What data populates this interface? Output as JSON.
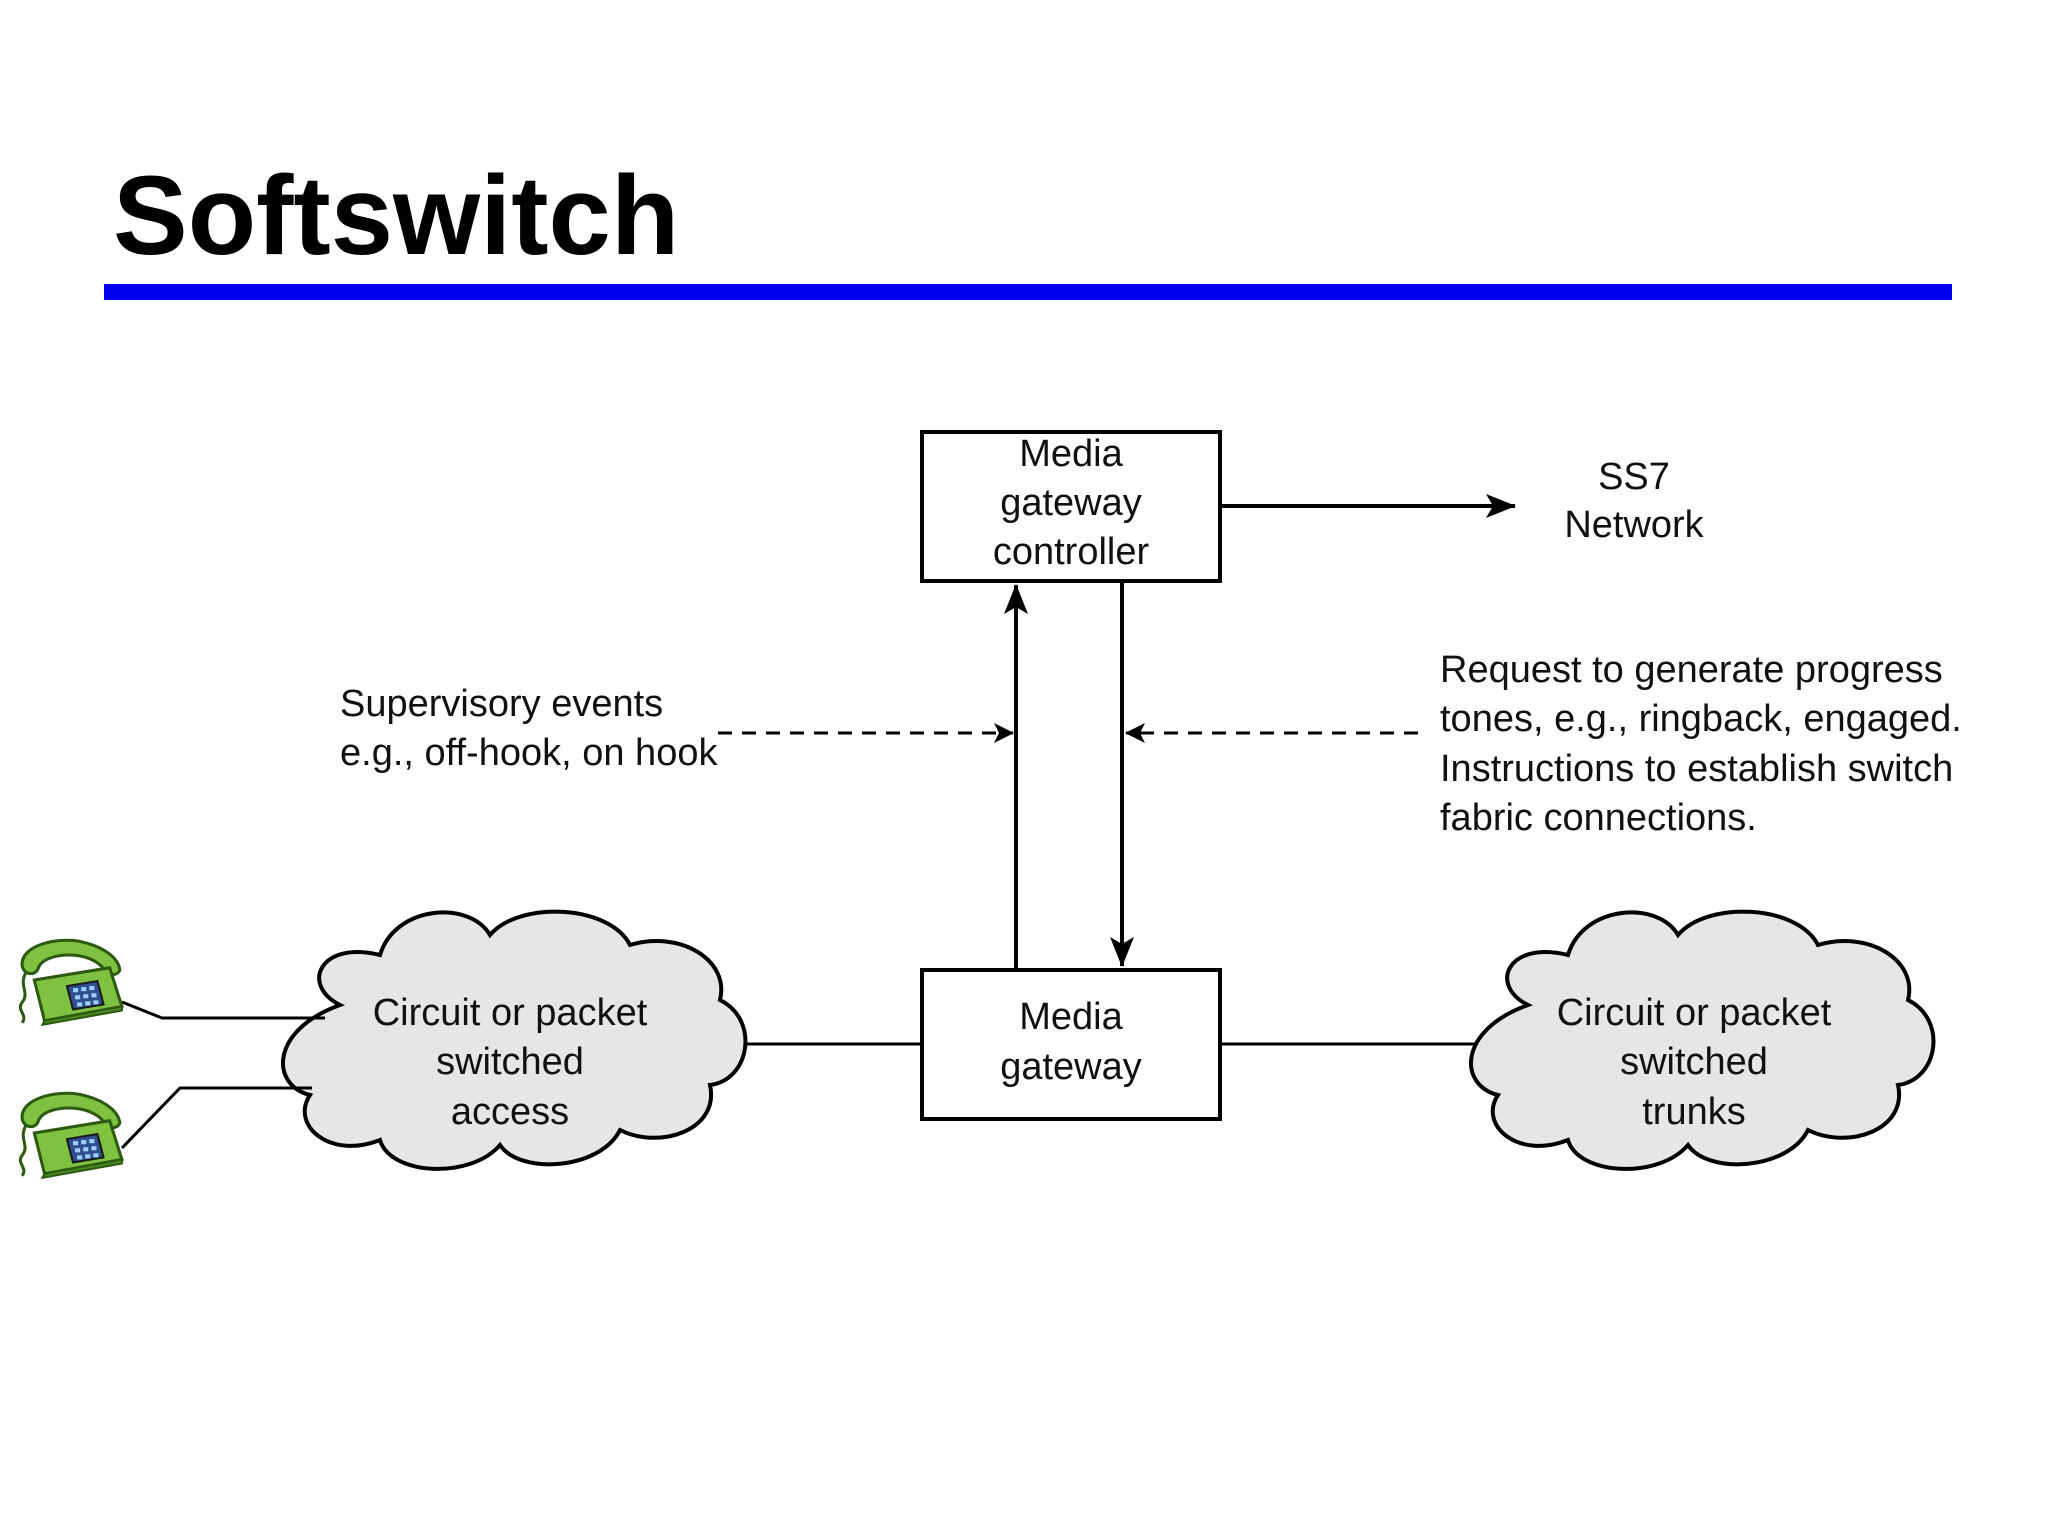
{
  "title": "Softswitch",
  "colors": {
    "title_rule": "#0000ee",
    "cloud_fill": "#e6e6e6",
    "phone_green": "#7fc241",
    "line": "#000000"
  },
  "nodes": {
    "mgc": {
      "lines": [
        "Media",
        "gateway",
        "controller"
      ]
    },
    "mg": {
      "lines": [
        "Media",
        "gateway"
      ]
    },
    "ss7": {
      "lines": [
        "SS7",
        "Network"
      ]
    },
    "access_cloud": {
      "lines": [
        "Circuit or packet",
        "switched",
        "access"
      ]
    },
    "trunks_cloud": {
      "lines": [
        "Circuit or packet",
        "switched",
        "trunks"
      ]
    }
  },
  "annotations": {
    "supervisory": {
      "lines": [
        "Supervisory events",
        "e.g., off-hook, on hook"
      ]
    },
    "request": {
      "lines": [
        "Request to generate progress",
        "tones, e.g., ringback, engaged.",
        "Instructions to establish switch",
        "fabric connections."
      ]
    }
  },
  "icons": [
    "telephone-icon",
    "telephone-icon"
  ]
}
